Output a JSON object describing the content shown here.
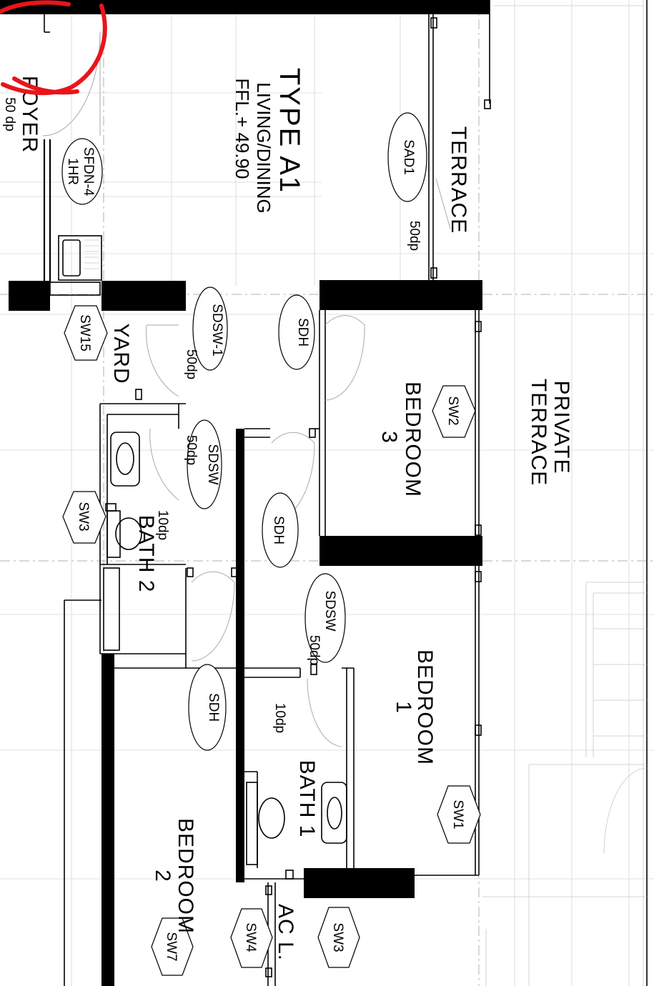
{
  "plan": {
    "type_title": "TYPE A1",
    "living_label": "LIVING/DINING",
    "ffl_label": "FFL.+ 49.90",
    "rooms": {
      "foyer": "FOYER",
      "foyer_dp": "50 dp",
      "terrace": "TERRACE",
      "private_terrace_1": "PRIVATE",
      "private_terrace_2": "TERRACE",
      "bedroom3_1": "BEDROOM",
      "bedroom3_2": "3",
      "bedroom1_1": "BEDROOM",
      "bedroom1_2": "1",
      "bedroom2_1": "BEDROOM",
      "bedroom2_2": "2",
      "bath1": "BATH 1",
      "bath2": "BATH 2",
      "yard": "YARD",
      "ac_ledge": "AC L."
    },
    "door_tags": {
      "sfdn_1": "SFDN-4",
      "sfdn_2": "1HR",
      "sad1": "SAD1",
      "sdsw1": "SDSW-1",
      "sdsw_yard": "SDSW",
      "sdh_living": "SDH",
      "sdh_corridor": "SDH",
      "sdsw_bed1": "SDSW",
      "sdh_bed2": "SDH"
    },
    "drop_labels": {
      "sad1_dp": "50dp",
      "sdsw1_dp": "50dp",
      "sdsw_yard_dp": "50dp",
      "bath2_dp": "10dp",
      "sdsw_bed1_dp": "50dp",
      "bath1_dp": "10dp"
    },
    "window_tags": {
      "sw15": "SW15",
      "sw3_bath2": "SW3",
      "sw2": "SW2",
      "sw1": "SW1",
      "sw3_ac": "SW3",
      "sw4": "SW4",
      "sw7": "SW7"
    },
    "annotation_color": "#e8151b"
  }
}
